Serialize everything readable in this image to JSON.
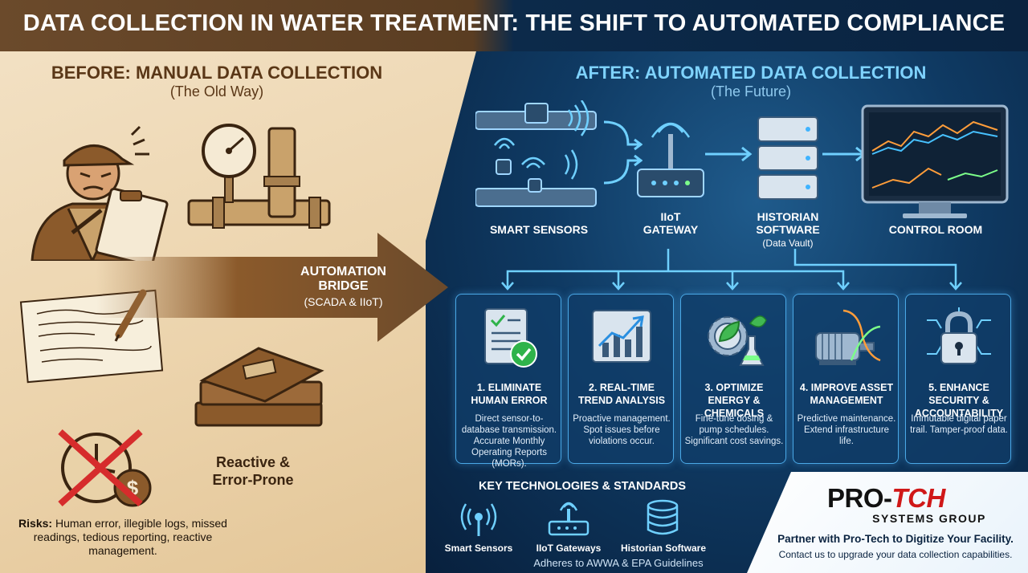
{
  "title": "DATA COLLECTION IN WATER TREATMENT: THE SHIFT TO AUTOMATED COMPLIANCE",
  "before": {
    "title": "BEFORE: MANUAL DATA COLLECTION",
    "subtitle": "(The Old Way)",
    "reactive": "Reactive & Error-Prone",
    "risks_label": "Risks:",
    "risks_text": "Human error, illegible logs, missed readings, tedious reporting, reactive management."
  },
  "bridge": {
    "title": "AUTOMATION BRIDGE",
    "subtitle": "(SCADA & IIoT)"
  },
  "after": {
    "title": "AFTER: AUTOMATED DATA COLLECTION",
    "subtitle": "(The Future)",
    "flow": [
      {
        "label": "SMART SENSORS"
      },
      {
        "label": "IIoT GATEWAY"
      },
      {
        "label": "HISTORIAN SOFTWARE",
        "sub": "(Data Vault)"
      },
      {
        "label": "CONTROL ROOM"
      }
    ]
  },
  "benefits": [
    {
      "title": "1. ELIMINATE HUMAN ERROR",
      "desc": "Direct sensor-to-database transmission. Accurate Monthly Operating Reports (MORs).",
      "icon": "checklist-icon"
    },
    {
      "title": "2. REAL-TIME TREND ANALYSIS",
      "desc": "Proactive management. Spot issues before violations occur.",
      "icon": "trend-chart-icon"
    },
    {
      "title": "3. OPTIMIZE ENERGY & CHEMICALS",
      "desc": "Fine-tune dosing & pump schedules. Significant cost savings.",
      "icon": "gear-leaf-icon"
    },
    {
      "title": "4. IMPROVE ASSET MANAGEMENT",
      "desc": "Predictive maintenance. Extend infrastructure life.",
      "icon": "motor-icon"
    },
    {
      "title": "5. ENHANCE SECURITY & ACCOUNTABILITY",
      "desc": "Immutable digital paper trail. Tamper-proof data.",
      "icon": "padlock-icon"
    }
  ],
  "technologies": {
    "title": "KEY TECHNOLOGIES & STANDARDS",
    "items": [
      {
        "label": "Smart Sensors",
        "icon": "sensor-icon"
      },
      {
        "label": "IIoT Gateways",
        "icon": "router-icon"
      },
      {
        "label": "Historian Software",
        "icon": "database-icon"
      }
    ],
    "standards": "Adheres to AWWA & EPA Guidelines"
  },
  "brand": {
    "logo_a": "PRO-",
    "logo_b": "TCH",
    "logo_line2": "SYSTEMS GROUP",
    "partner": "Partner with Pro-Tech to Digitize Your Facility.",
    "contact": "Contact us to upgrade your data collection capabilities."
  },
  "colors": {
    "left_bg": "#ecd4ad",
    "right_bg": "#0f3a63",
    "accent_blue": "#4aa8e6",
    "brown": "#6b4a2b",
    "logo_red": "#d01818"
  }
}
